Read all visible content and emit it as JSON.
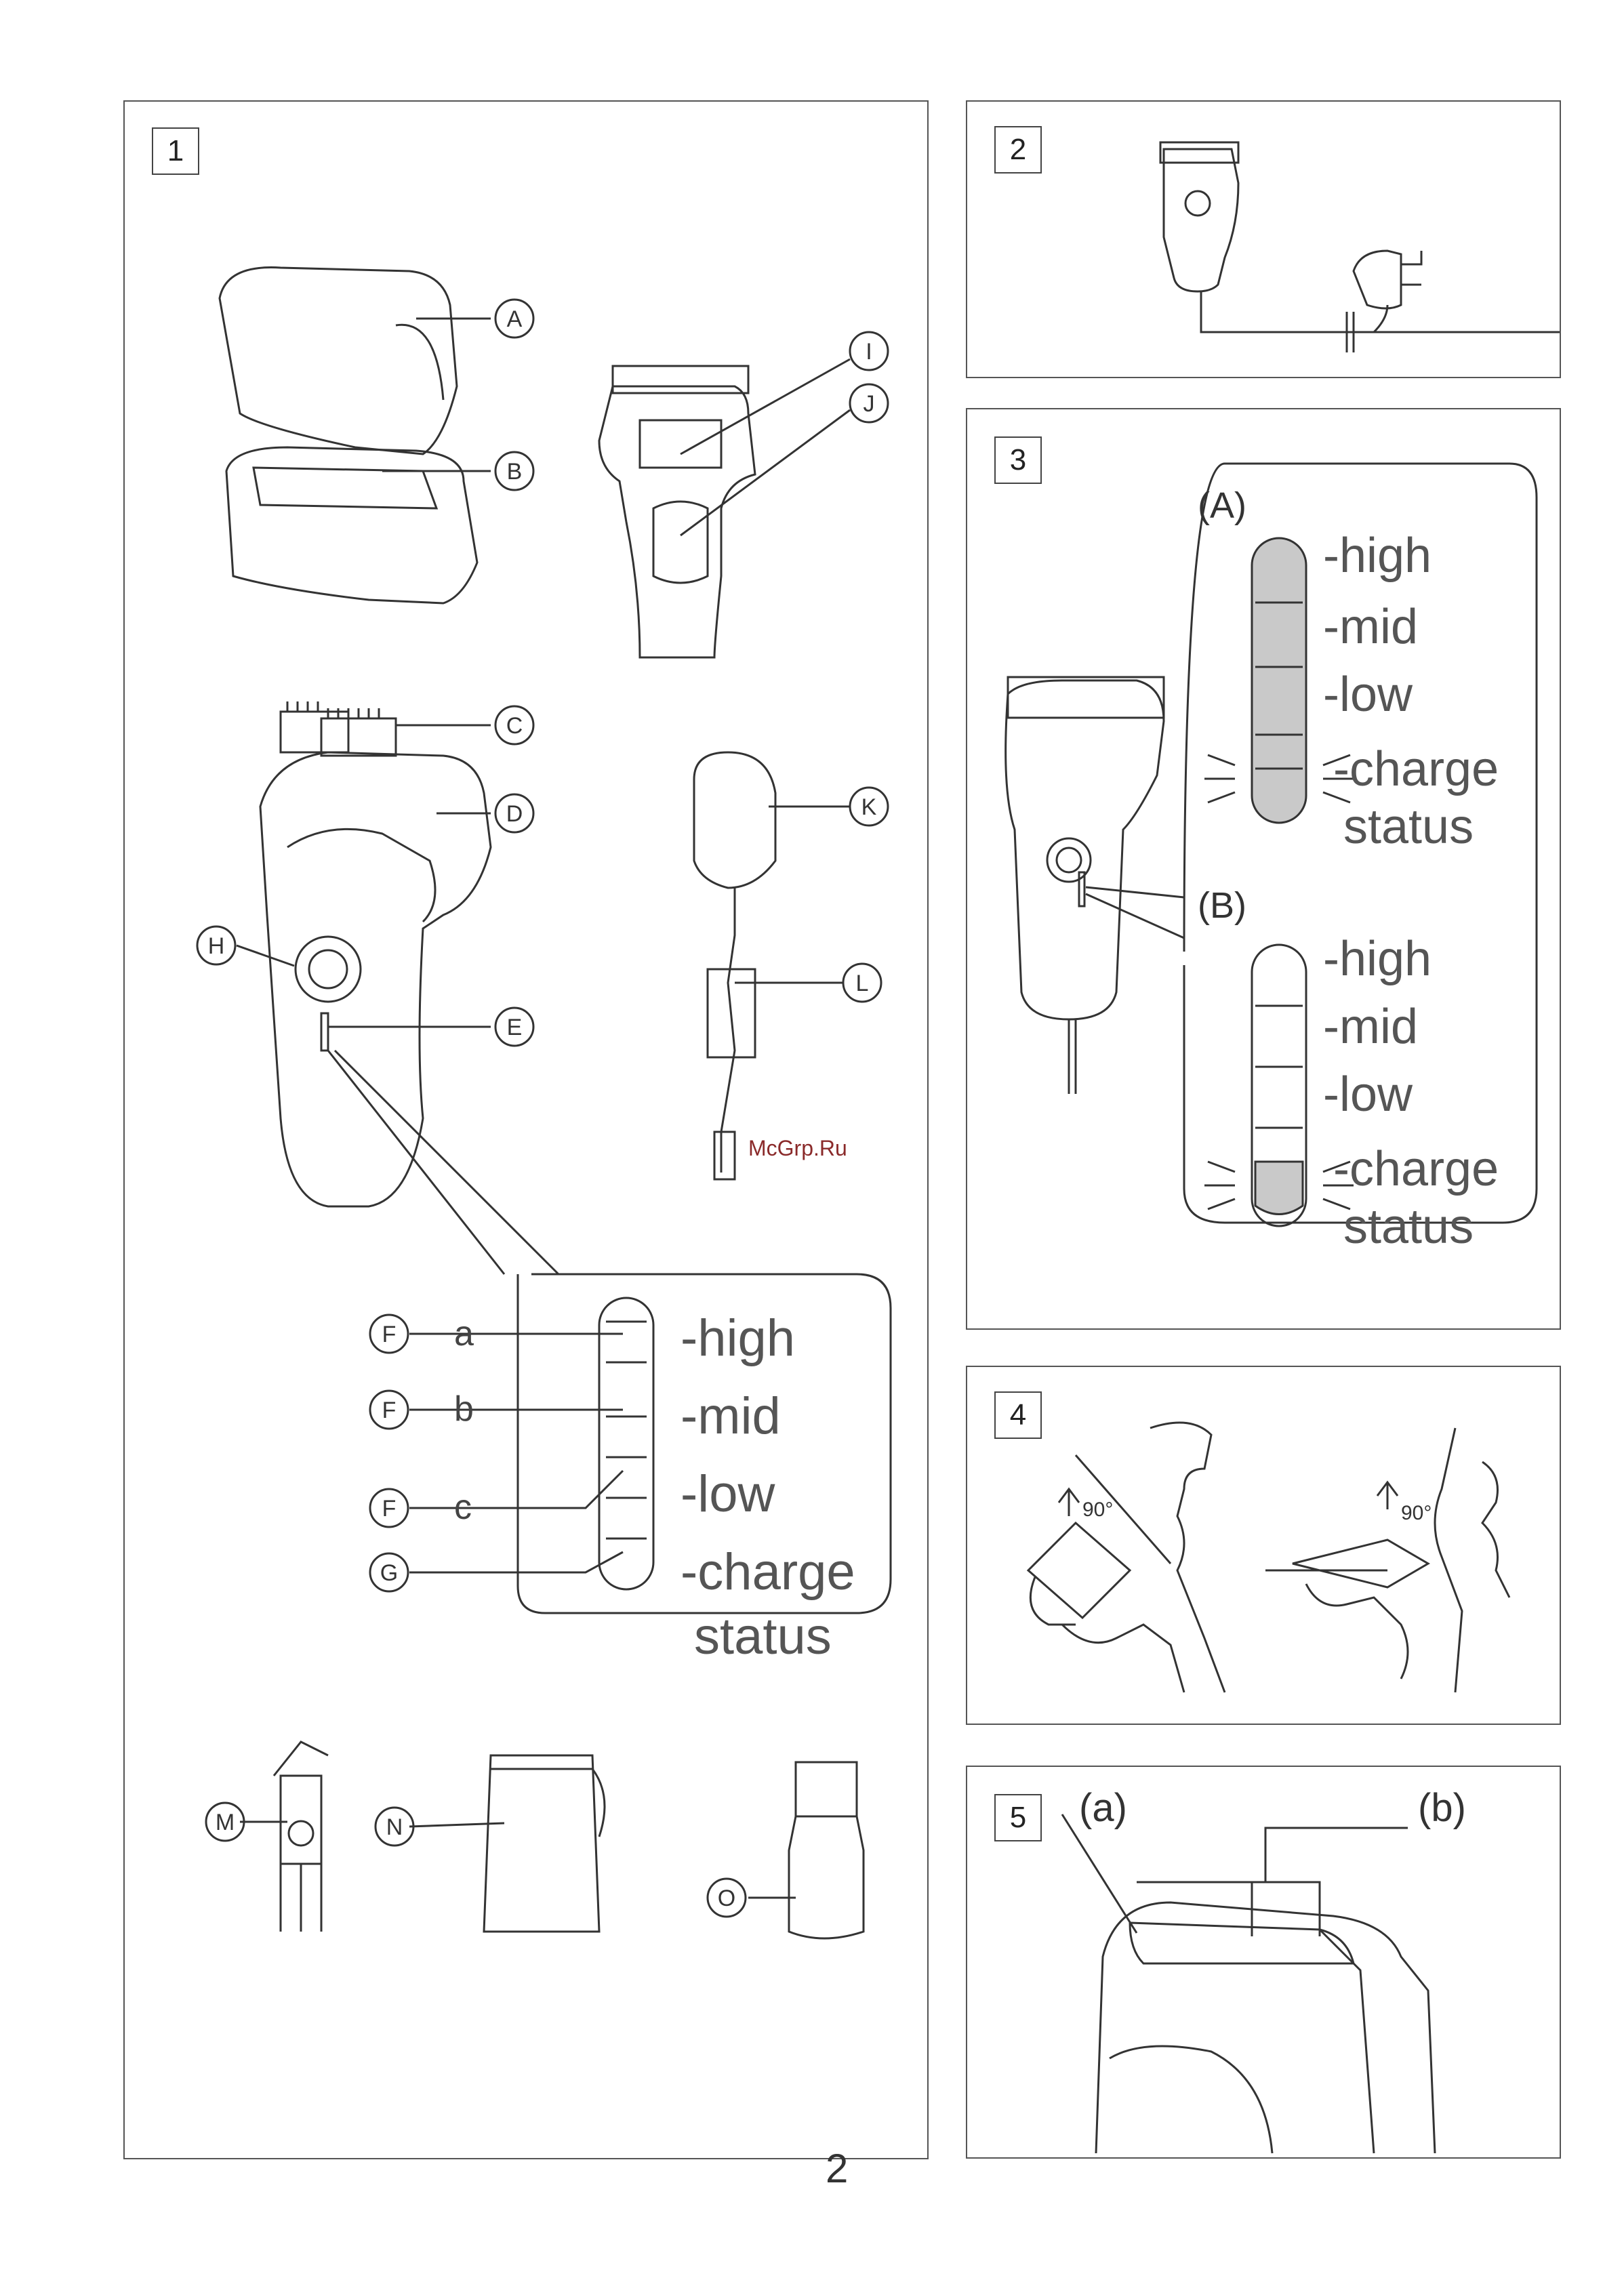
{
  "page_number": "2",
  "watermark": "McGrp.Ru",
  "panels": {
    "p1": {
      "number": "1"
    },
    "p2": {
      "number": "2"
    },
    "p3": {
      "number": "3"
    },
    "p4": {
      "number": "4"
    },
    "p5": {
      "number": "5"
    }
  },
  "p1_labels": {
    "A": "A",
    "B": "B",
    "C": "C",
    "D": "D",
    "E": "E",
    "H": "H",
    "I": "I",
    "J": "J",
    "K": "K",
    "L": "L",
    "M": "M",
    "N": "N",
    "O": "O",
    "F": "F",
    "G": "G",
    "a": "a",
    "b": "b",
    "c": "c"
  },
  "indicator_levels": {
    "high": "-high",
    "mid": "-mid",
    "low": "-low",
    "charge": "-charge",
    "status": "status"
  },
  "p3_labels": {
    "A": "(A)",
    "B": "(B)"
  },
  "p4_angle": "90°",
  "p5_labels": {
    "a": "(a)",
    "b": "(b)"
  }
}
